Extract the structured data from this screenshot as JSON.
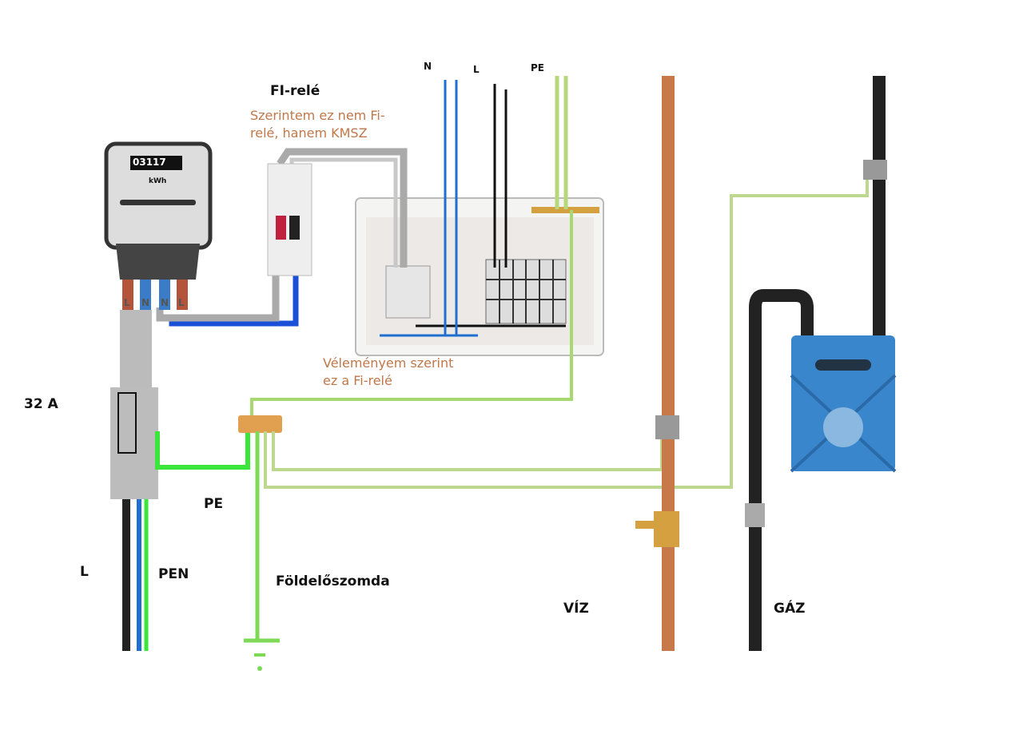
{
  "labels": {
    "fi_rele": "FI-relé",
    "top_n": "N",
    "top_l": "L",
    "top_pe": "PE",
    "breaker_rating": "32 A",
    "pe": "PE",
    "l": "L",
    "pen": "PEN",
    "ground_rod": "Földelőszomda",
    "water": "VÍZ",
    "gas": "GÁZ"
  },
  "meter": {
    "reading": "03117",
    "unit": "kWh",
    "terminals": [
      "L",
      "N",
      "N",
      "L"
    ]
  },
  "notes": {
    "note1_line1": "Szerintem ez nem Fi-",
    "note1_line2": "relé, hanem KMSZ",
    "note2_line1": "Véleményem szerint",
    "note2_line2": "ez a Fi-relé"
  },
  "colors": {
    "neutral": "#1e6fd0",
    "phase": "#111111",
    "pe": "#7ed957",
    "pe_bright": "#39e639",
    "copper": "#c8794a",
    "gas_meter": "#3a86cc",
    "note": "#c0784a"
  }
}
